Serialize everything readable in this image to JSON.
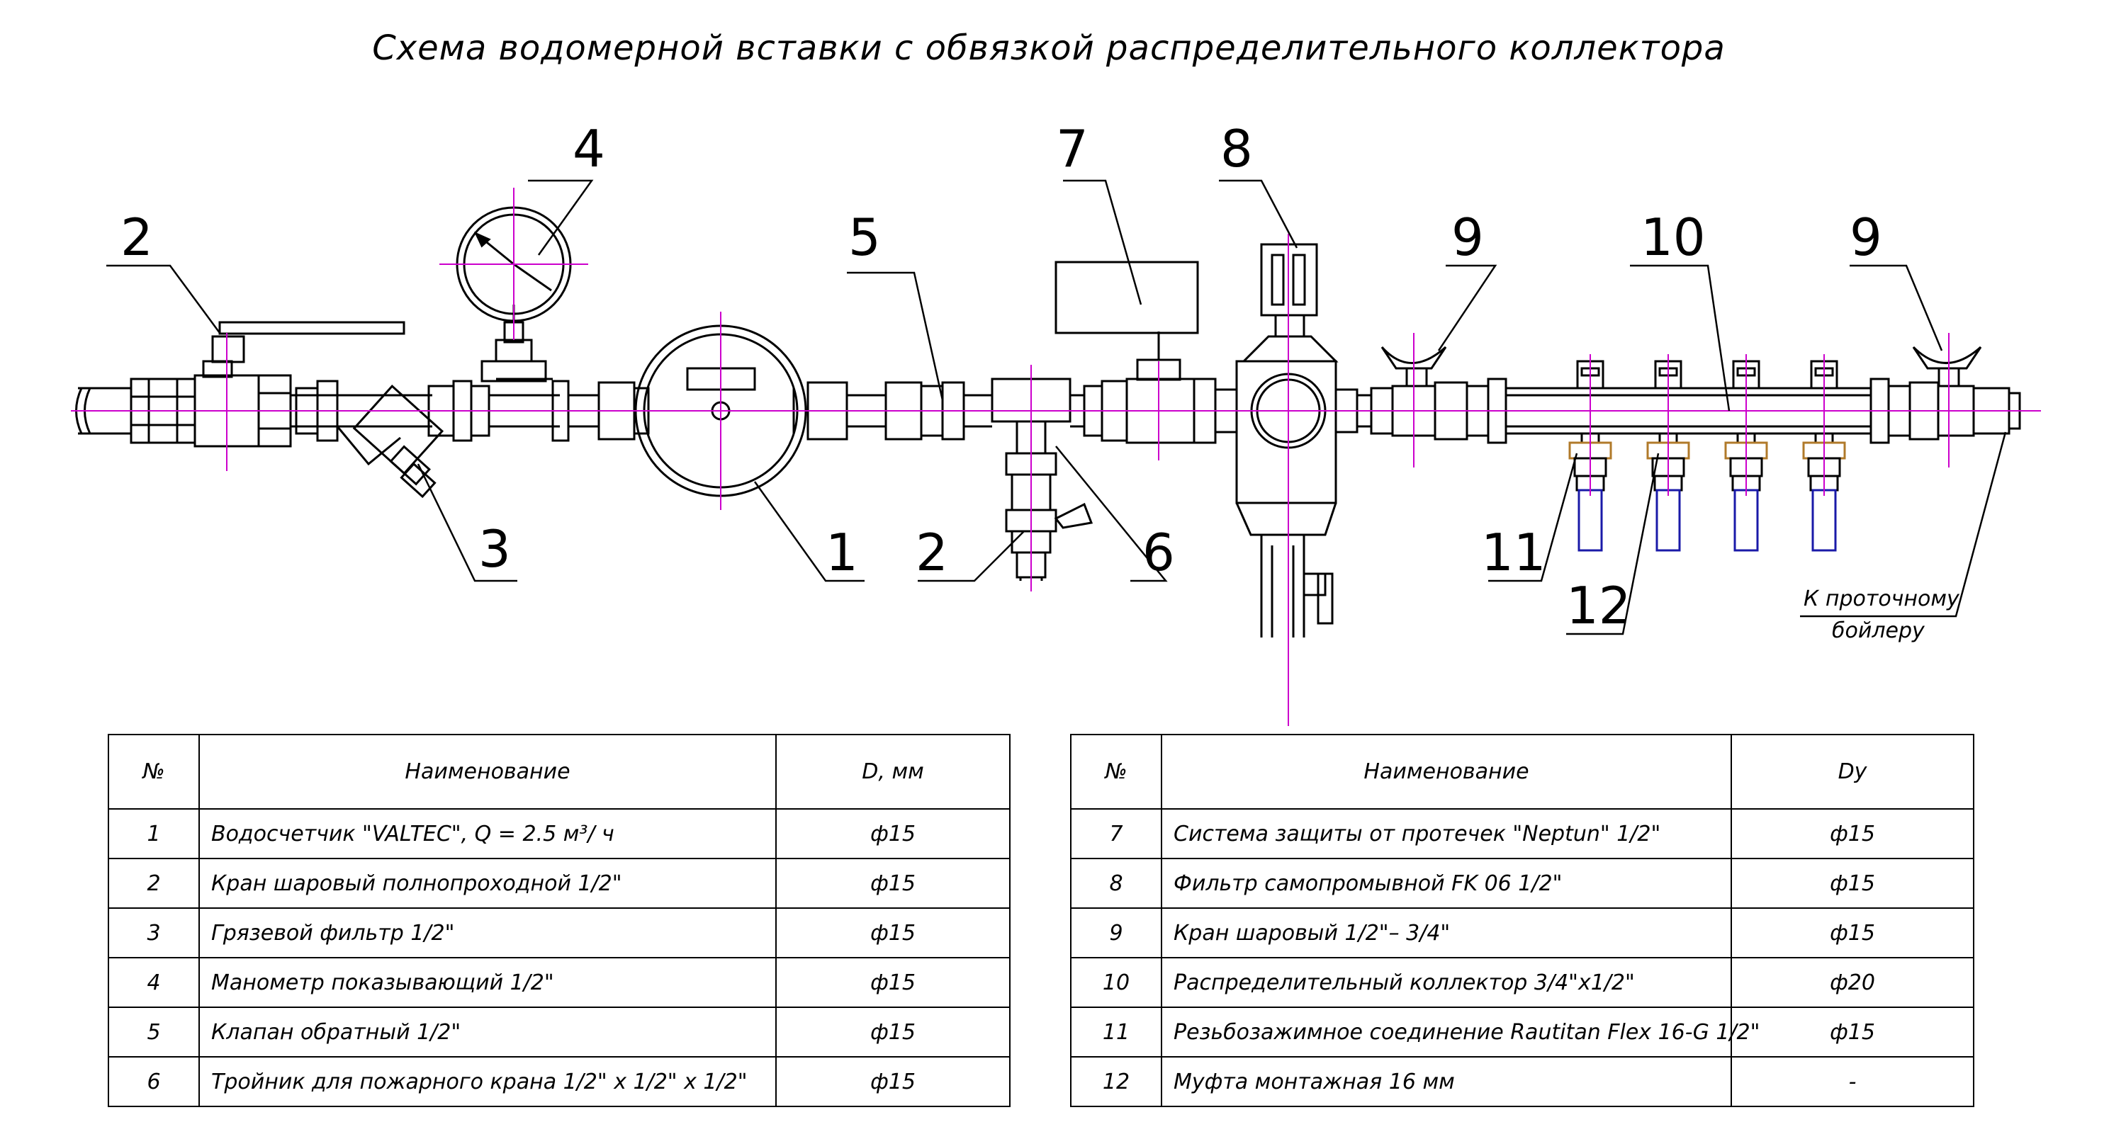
{
  "title": "Схема водомерной вставки с обвязкой распределительного коллектора",
  "callouts": {
    "c1": "1",
    "c2a": "2",
    "c2b": "2",
    "c3": "3",
    "c4": "4",
    "c5": "5",
    "c6": "6",
    "c7": "7",
    "c8": "8",
    "c9a": "9",
    "c9b": "9",
    "c10": "10",
    "c11": "11",
    "c12": "12"
  },
  "boiler_note": {
    "line1": "К проточному",
    "line2": "бойлеру"
  },
  "table_left": {
    "headers": {
      "num": "№",
      "name": "Наименование",
      "dim": "D, мм"
    },
    "rows": [
      {
        "num": "1",
        "name": "Водосчетчик \"VALTEC\", Q = 2.5 м³/ ч",
        "dim": "ф15"
      },
      {
        "num": "2",
        "name": "Кран шаровый полнопроходной 1/2\"",
        "dim": "ф15"
      },
      {
        "num": "3",
        "name": "Грязевой фильтр 1/2\"",
        "dim": "ф15"
      },
      {
        "num": "4",
        "name": "Манометр показывающий 1/2\"",
        "dim": "ф15"
      },
      {
        "num": "5",
        "name": "Клапан обратный 1/2\"",
        "dim": "ф15"
      },
      {
        "num": "6",
        "name": "Тройник для пожарного крана 1/2\" x 1/2\" x 1/2\"",
        "dim": "ф15"
      }
    ]
  },
  "table_right": {
    "headers": {
      "num": "№",
      "name": "Наименование",
      "dim": "Dy"
    },
    "rows": [
      {
        "num": "7",
        "name": "Система защиты от протечек \"Neptun\" 1/2\"",
        "dim": "ф15"
      },
      {
        "num": "8",
        "name": "Фильтр самопромывной FK 06 1/2\"",
        "dim": "ф15"
      },
      {
        "num": "9",
        "name": "Кран шаровый 1/2\"– 3/4\"",
        "dim": "ф15"
      },
      {
        "num": "10",
        "name": "Распределительный коллектор 3/4\"x1/2\"",
        "dim": "ф20"
      },
      {
        "num": "11",
        "name": "Резьбозажимное соединение Rautitan Flex 16-G 1/2\"",
        "dim": "ф15"
      },
      {
        "num": "12",
        "name": "Муфта монтажная 16 мм",
        "dim": "-"
      }
    ]
  },
  "colors": {
    "line": "#000000",
    "axis": "#cc00cc",
    "hose": "#1a1aa8",
    "brass": "#b07a2a"
  }
}
